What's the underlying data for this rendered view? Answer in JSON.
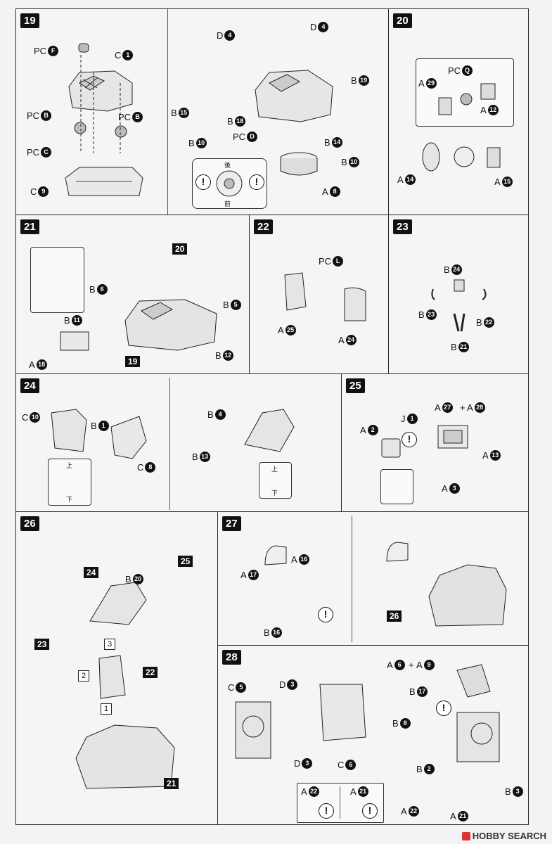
{
  "steps": {
    "s19": {
      "number": "19",
      "labels": {
        "pcF": {
          "t": "PC",
          "n": "F"
        },
        "c1": {
          "t": "C",
          "n": "1"
        },
        "pcB1": {
          "t": "PC",
          "n": "B"
        },
        "pcB2": {
          "t": "PC",
          "n": "B"
        },
        "pcC": {
          "t": "PC",
          "n": "C"
        },
        "c9": {
          "t": "C",
          "n": "9"
        },
        "d4a": {
          "t": "D",
          "n": "4"
        },
        "d4b": {
          "t": "D",
          "n": "4"
        },
        "b19": {
          "t": "B",
          "n": "19"
        },
        "b15": {
          "t": "B",
          "n": "15"
        },
        "b18": {
          "t": "B",
          "n": "18"
        },
        "b10a": {
          "t": "B",
          "n": "10"
        },
        "pcD": {
          "t": "PC",
          "n": "D"
        },
        "b14": {
          "t": "B",
          "n": "14"
        },
        "b10b": {
          "t": "B",
          "n": "10"
        },
        "a8": {
          "t": "A",
          "n": "8"
        }
      },
      "back": "後",
      "front": "前"
    },
    "s20": {
      "number": "20",
      "labels": {
        "pcQ": {
          "t": "PC",
          "n": "Q"
        },
        "a29": {
          "t": "A",
          "n": "29"
        },
        "a12": {
          "t": "A",
          "n": "12"
        },
        "a14": {
          "t": "A",
          "n": "14"
        },
        "a15": {
          "t": "A",
          "n": "15"
        }
      }
    },
    "s21": {
      "number": "21",
      "ref20": "20",
      "ref19": "19",
      "labels": {
        "b6": {
          "t": "B",
          "n": "6"
        },
        "b5": {
          "t": "B",
          "n": "5"
        },
        "b11": {
          "t": "B",
          "n": "11"
        },
        "b12": {
          "t": "B",
          "n": "12"
        },
        "a18": {
          "t": "A",
          "n": "18"
        }
      }
    },
    "s22": {
      "number": "22",
      "labels": {
        "pcL": {
          "t": "PC",
          "n": "L"
        },
        "a25": {
          "t": "A",
          "n": "25"
        },
        "a24": {
          "t": "A",
          "n": "24"
        }
      }
    },
    "s23": {
      "number": "23",
      "labels": {
        "b24": {
          "t": "B",
          "n": "24"
        },
        "b23": {
          "t": "B",
          "n": "23"
        },
        "b22": {
          "t": "B",
          "n": "22"
        },
        "b21": {
          "t": "B",
          "n": "21"
        }
      }
    },
    "s24": {
      "number": "24",
      "up": "上",
      "down": "下",
      "labels": {
        "c10": {
          "t": "C",
          "n": "10"
        },
        "b1": {
          "t": "B",
          "n": "1"
        },
        "c8": {
          "t": "C",
          "n": "8"
        },
        "b4": {
          "t": "B",
          "n": "4"
        },
        "b13": {
          "t": "B",
          "n": "13"
        }
      }
    },
    "s25": {
      "number": "25",
      "labels": {
        "a27": {
          "t": "A",
          "n": "27"
        },
        "plus": "+",
        "a28": {
          "t": "A",
          "n": "28"
        },
        "a2": {
          "t": "A",
          "n": "2"
        },
        "j1": {
          "t": "J",
          "n": "1"
        },
        "a13": {
          "t": "A",
          "n": "13"
        },
        "a3": {
          "t": "A",
          "n": "3"
        }
      }
    },
    "s26": {
      "number": "26",
      "ref24": "24",
      "ref25": "25",
      "ref23": "23",
      "ref22": "22",
      "ref21": "21",
      "seq": [
        "1",
        "2",
        "3"
      ],
      "labels": {
        "b20": {
          "t": "B",
          "n": "20"
        }
      }
    },
    "s27": {
      "number": "27",
      "ref26": "26",
      "labels": {
        "a17": {
          "t": "A",
          "n": "17"
        },
        "a16": {
          "t": "A",
          "n": "16"
        },
        "b16": {
          "t": "B",
          "n": "16"
        }
      }
    },
    "s28": {
      "number": "28",
      "labels": {
        "c5": {
          "t": "C",
          "n": "5"
        },
        "d3a": {
          "t": "D",
          "n": "3"
        },
        "d3b": {
          "t": "D",
          "n": "3"
        },
        "c6": {
          "t": "C",
          "n": "6"
        },
        "a6": {
          "t": "A",
          "n": "6"
        },
        "plus": "+",
        "a9": {
          "t": "A",
          "n": "9"
        },
        "b17": {
          "t": "B",
          "n": "17"
        },
        "b8": {
          "t": "B",
          "n": "8"
        },
        "b2": {
          "t": "B",
          "n": "2"
        },
        "b3": {
          "t": "B",
          "n": "3"
        },
        "a22a": {
          "t": "A",
          "n": "22"
        },
        "a21a": {
          "t": "A",
          "n": "21"
        },
        "a22b": {
          "t": "A",
          "n": "22"
        },
        "a21b": {
          "t": "A",
          "n": "21"
        }
      }
    }
  },
  "watermark": "HOBBY SEARCH"
}
